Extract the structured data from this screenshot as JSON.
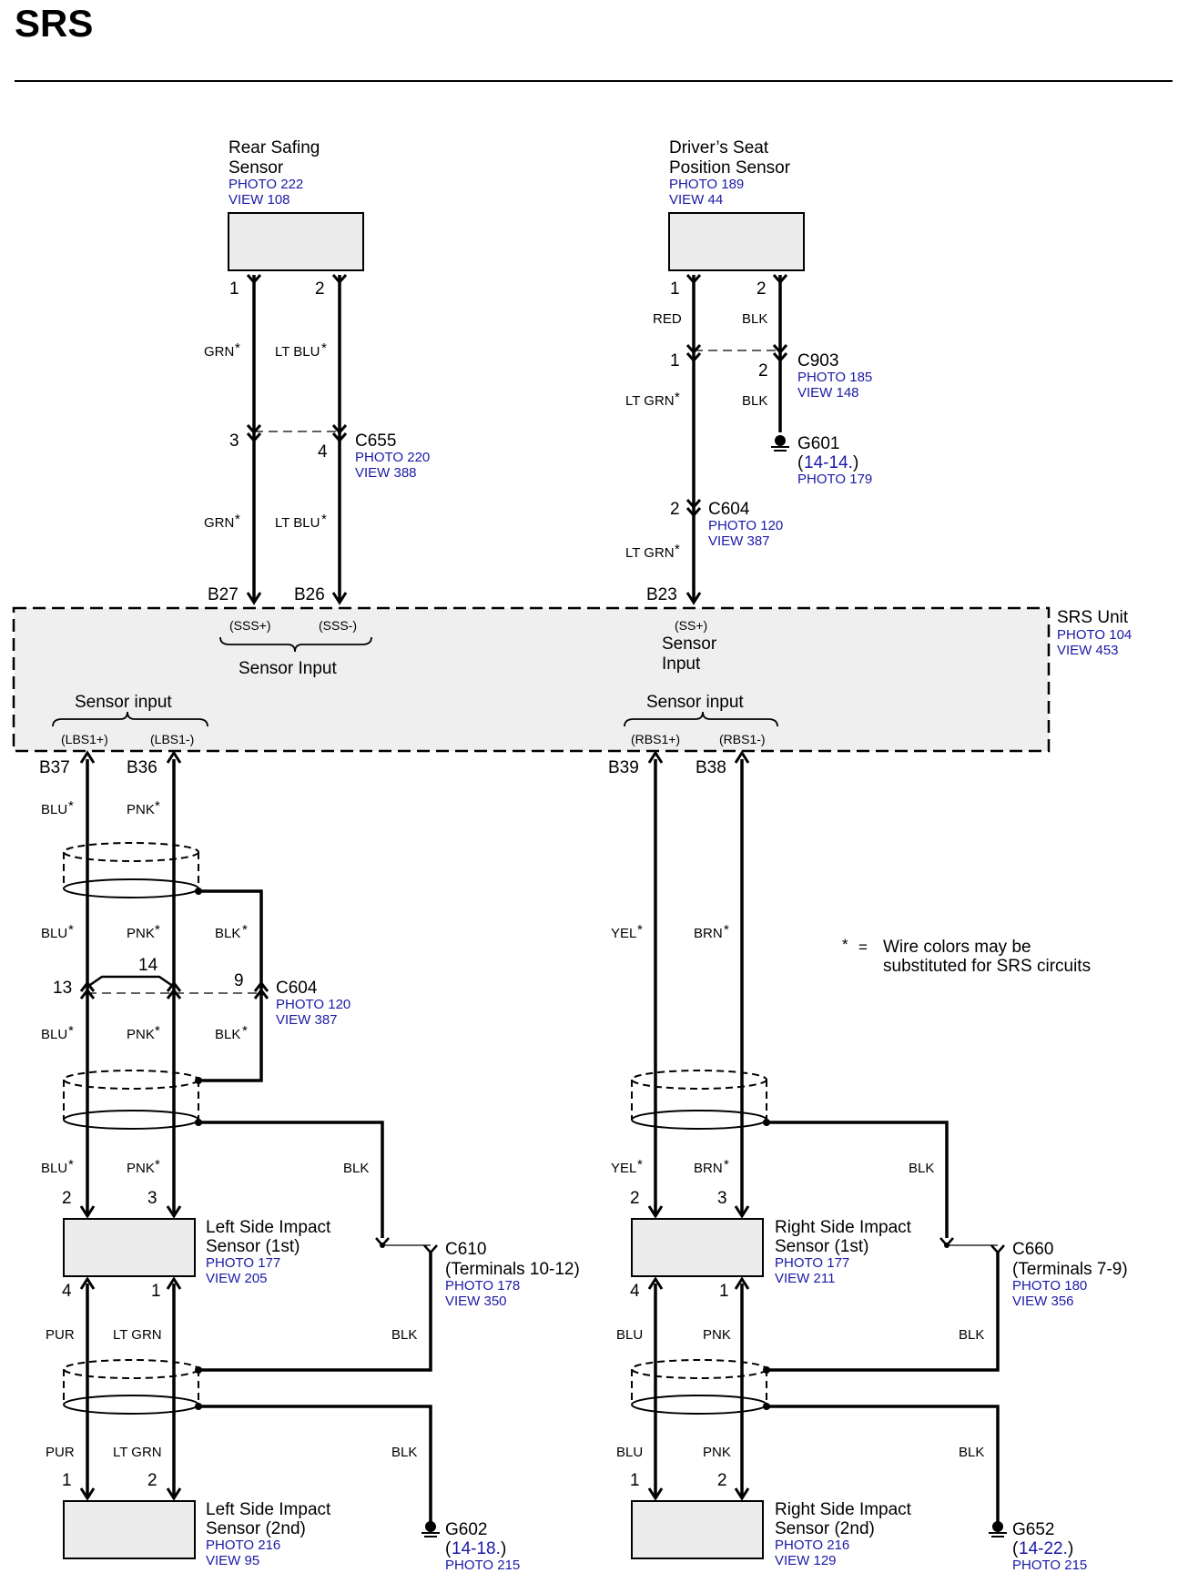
{
  "page": {
    "title": "SRS"
  },
  "colors": {
    "link": "#1a1aa6",
    "wire": "#000000",
    "box": "#ececec",
    "unit": "#efefef"
  },
  "note": {
    "star": "*",
    "eq": "=",
    "line1": "Wire colors may be",
    "line2": "substituted for SRS circuits"
  },
  "srs_unit": {
    "name": "SRS Unit",
    "photo": "PHOTO 104",
    "view": "VIEW 453",
    "group_top_left": "Sensor Input",
    "group_top_right_1": "Sensor",
    "group_top_right_2": "Input",
    "group_bottom_left": "Sensor input",
    "group_bottom_right": "Sensor input",
    "signals": {
      "sss_plus": "(SSS+)",
      "sss_minus": "(SSS-)",
      "ss_plus": "(SS+)",
      "lbs1_plus": "(LBS1+)",
      "lbs1_minus": "(LBS1-)",
      "rbs1_plus": "(RBS1+)",
      "rbs1_minus": "(RBS1-)"
    },
    "pins": {
      "b27": "B27",
      "b26": "B26",
      "b23": "B23",
      "b37": "B37",
      "b36": "B36",
      "b39": "B39",
      "b38": "B38"
    }
  },
  "components": {
    "rear_safing": {
      "line1": "Rear Safing",
      "line2": "Sensor",
      "photo": "PHOTO 222",
      "view": "VIEW 108"
    },
    "drivers_seat": {
      "line1": "Driver’s Seat",
      "line2": "Position Sensor",
      "photo": "PHOTO 189",
      "view": "VIEW 44"
    },
    "left_1st": {
      "line1": "Left Side Impact",
      "line2": "Sensor (1st)",
      "photo": "PHOTO 177",
      "view": "VIEW 205"
    },
    "left_2nd": {
      "line1": "Left Side Impact",
      "line2": "Sensor (2nd)",
      "photo": "PHOTO 216",
      "view": "VIEW 95"
    },
    "right_1st": {
      "line1": "Right Side Impact",
      "line2": "Sensor (1st)",
      "photo": "PHOTO 177",
      "view": "VIEW 211"
    },
    "right_2nd": {
      "line1": "Right Side Impact",
      "line2": "Sensor (2nd)",
      "photo": "PHOTO 216",
      "view": "VIEW 129"
    }
  },
  "connectors": {
    "c655": {
      "name": "C655",
      "photo": "PHOTO 220",
      "view": "VIEW 388"
    },
    "c903": {
      "name": "C903",
      "photo": "PHOTO 185",
      "view": "VIEW 148"
    },
    "c604_top": {
      "name": "C604",
      "photo": "PHOTO 120",
      "view": "VIEW 387"
    },
    "c604_left": {
      "name": "C604",
      "photo": "PHOTO 120",
      "view": "VIEW 387"
    },
    "c610": {
      "name": "C610",
      "terminals": "(Terminals 10-12)",
      "photo": "PHOTO 178",
      "view": "VIEW 350"
    },
    "c660": {
      "name": "C660",
      "terminals": "(Terminals 7-9)",
      "photo": "PHOTO 180",
      "view": "VIEW 356"
    }
  },
  "grounds": {
    "g601": {
      "name": "G601",
      "ref_open": "(",
      "ref": "14-14.",
      "ref_close": ")",
      "photo": "PHOTO 179"
    },
    "g602": {
      "name": "G602",
      "ref_open": "(",
      "ref": "14-18.",
      "ref_close": ")",
      "photo": "PHOTO 215"
    },
    "g652": {
      "name": "G652",
      "ref_open": "(",
      "ref": "14-22.",
      "ref_close": ")",
      "photo": "PHOTO 215"
    }
  },
  "pin_numbers": {
    "rs_1": "1",
    "rs_2": "2",
    "c655_3": "3",
    "c655_4": "4",
    "ds_1": "1",
    "ds_2": "2",
    "c903_1": "1",
    "c903_2": "2",
    "c604t_2": "2",
    "c604l_13": "13",
    "c604l_14": "14",
    "c604l_9": "9",
    "l1_2": "2",
    "l1_3": "3",
    "l1_4": "4",
    "l1_1": "1",
    "l2_1": "1",
    "l2_2": "2",
    "r1_2": "2",
    "r1_3": "3",
    "r1_4": "4",
    "r1_1": "1",
    "r2_1": "1",
    "r2_2": "2"
  },
  "wire_labels": {
    "grn_a": "GRN",
    "ltblu_a": "LT BLU",
    "grn_b": "GRN",
    "ltblu_b": "LT BLU",
    "red": "RED",
    "blk_ds": "BLK",
    "ltgrn_a": "LT GRN",
    "blk_c903": "BLK",
    "ltgrn_b": "LT GRN",
    "blu_a": "BLU",
    "pnk_a": "PNK",
    "blu_b": "BLU",
    "pnk_b": "PNK",
    "blk_b": "BLK",
    "blu_c": "BLU",
    "pnk_c": "PNK",
    "blk_c": "BLK",
    "blu_d": "BLU",
    "pnk_d": "PNK",
    "blk_d": "BLK",
    "pur_a": "PUR",
    "ltgrn_c": "LT GRN",
    "blk_e": "BLK",
    "pur_b": "PUR",
    "ltgrn_d": "LT GRN",
    "blk_f": "BLK",
    "yel_a": "YEL",
    "brn_a": "BRN",
    "yel_b": "YEL",
    "brn_b": "BRN",
    "blk_r1": "BLK",
    "blu_r1": "BLU",
    "pnk_r1": "PNK",
    "blk_r2": "BLK",
    "blu_r2": "BLU",
    "pnk_r2": "PNK",
    "blk_r3": "BLK"
  }
}
